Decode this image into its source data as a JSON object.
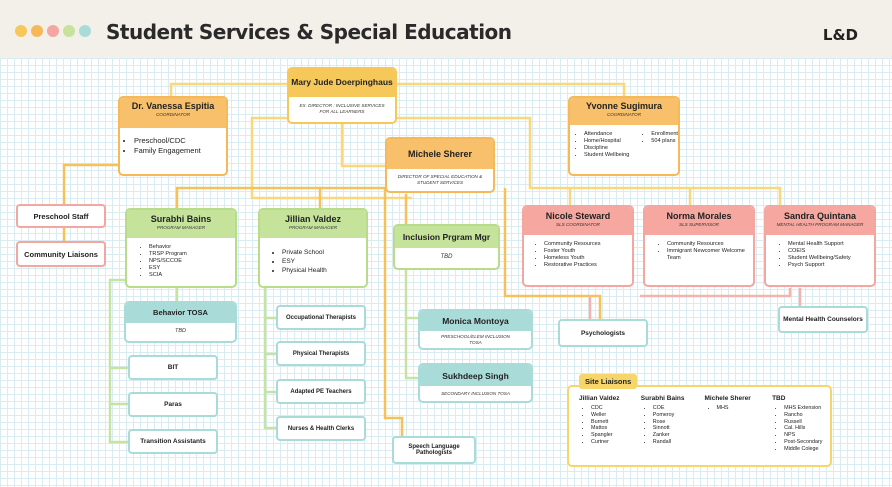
{
  "header": {
    "title": "Student Services & Special Education",
    "logo": "L&D",
    "dot_colors": [
      "#f6c85a",
      "#f6b95a",
      "#f4a6a0",
      "#c6e39c",
      "#a9dcd9"
    ]
  },
  "colors": {
    "gold": "#f6c85a",
    "orange": "#f6b95a",
    "pink": "#f4a6a0",
    "green": "#b9dc8a",
    "teal": "#a9dcd9"
  },
  "nodes": {
    "mary": {
      "name": "Mary Jude Doerpinghaus",
      "role": "EX. DIRECTOR : INCLUSIVE SERVICES FOR ALL LEARNERS"
    },
    "vanessa": {
      "name": "Dr. Vanessa Espitia",
      "role": "COORDINATOR",
      "items": [
        "Preschool/CDC",
        "Family Engagement"
      ]
    },
    "yvonne": {
      "name": "Yvonne Sugimura",
      "role": "COORDINATOR",
      "items_left": [
        "Attendance",
        "Home/Hospital",
        "Discipline",
        "Student Wellbeing"
      ],
      "items_right": [
        "Enrollment",
        "504 plans"
      ]
    },
    "michele": {
      "name": "Michele Sherer",
      "role": "DIRECTOR OF SPECIAL EDUCATION & STUDENT SERVICES"
    },
    "surabhi": {
      "name": "Surabhi Bains",
      "role": "PROGRAM MANAGER",
      "items": [
        "Behavior",
        "TRSP Program",
        "NPS/SCCOE",
        "ESY",
        "SCIA"
      ]
    },
    "jillian": {
      "name": "Jillian Valdez",
      "role": "PROGRAM MANAGER",
      "items": [
        "Private School",
        "ESY",
        "Physical Health"
      ]
    },
    "inclusion": {
      "name": "Inclusion Prgram Mgr",
      "role": "TBD"
    },
    "nicole": {
      "name": "Nicole Steward",
      "role": "SLS COORDINATOR",
      "items": [
        "Community Resources",
        "Foster Youth",
        "Homeless Youth",
        "Restorative Practices"
      ]
    },
    "norma": {
      "name": "Norma Morales",
      "role": "SLS SUPERVISOR",
      "items": [
        "Community Resources",
        "Immigrant Newcomer Welcome Team"
      ]
    },
    "sandra": {
      "name": "Sandra Quintana",
      "role": "MENTAL HEALTH PROGRAM MANAGER",
      "items": [
        "Mental Health Support",
        "COEIS",
        "Student Wellbeing/Safety",
        "Psych Support"
      ]
    },
    "behavior_tosa": {
      "name": "Behavior TOSA",
      "role": "TBD"
    },
    "monica": {
      "name": "Monica Montoya",
      "role": "PRESCHOOL/ELEM INCLUSION TOSA"
    },
    "sukhdeep": {
      "name": "Sukhdeep Singh",
      "role": "SECONDARY INCLUSION TOSA"
    }
  },
  "pills": {
    "preschool_staff": "Preschool Staff",
    "community_liaisons": "Community Liaisons",
    "bit": "BIT",
    "paras": "Paras",
    "transition": "Transition Assistants",
    "ot": "Occupational Therapists",
    "pt": "Physical Therapists",
    "ape": "Adapted PE Teachers",
    "nurses": "Nurses & Health Clerks",
    "speech": "Speech Language Pathologists",
    "psychologists": "Psychologists",
    "mh_counselors": "Mental Health Counselors"
  },
  "site_liaisons": {
    "title": "Site Liaisons",
    "columns": [
      {
        "name": "Jillian Valdez",
        "items": [
          "CDC",
          "Weller",
          "Burnett",
          "Mattos",
          "Spangler",
          "Curtner"
        ]
      },
      {
        "name": "Surabhi Bains",
        "items": [
          "COE",
          "Pomeroy",
          "Rose",
          "Sinnott",
          "Zanker",
          "Randall"
        ]
      },
      {
        "name": "Michele Sherer",
        "items": [
          "MHS"
        ]
      },
      {
        "name": "TBD",
        "items": [
          "MHS Extension",
          "Rancho",
          "Russell",
          "Cal. Hills",
          "NPS",
          "Post-Secondary",
          "Middle Colege"
        ]
      }
    ]
  }
}
